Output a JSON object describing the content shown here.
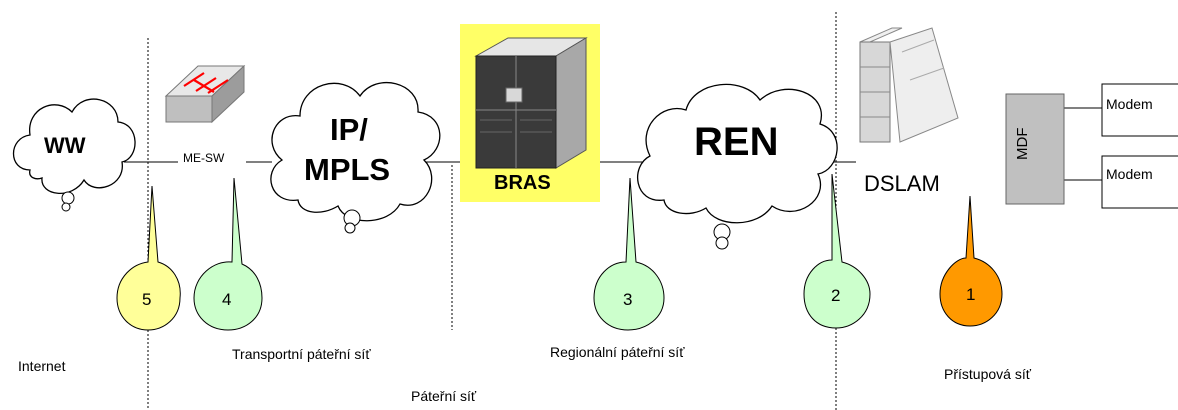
{
  "clouds": {
    "internet": "WW",
    "core": [
      "IP/",
      "MPLS"
    ],
    "regional": "REN"
  },
  "devices": {
    "switch": "ME-SW",
    "bras": "BRAS",
    "dslam": "DSLAM",
    "mdf": "MDF",
    "modems": [
      "Modem",
      "Modem"
    ]
  },
  "markers": [
    {
      "num": "5",
      "color": "#ffff99"
    },
    {
      "num": "4",
      "color": "#ccffcc"
    },
    {
      "num": "3",
      "color": "#ccffcc"
    },
    {
      "num": "2",
      "color": "#ccffcc"
    },
    {
      "num": "1",
      "color": "#ff9900"
    }
  ],
  "segments": {
    "internet": "Internet",
    "transport": "Transportní páteřní síť",
    "backbone": "Páteřní síť",
    "regional": "Regionální páteřní síť",
    "access": "Přístupová síť"
  },
  "colors": {
    "bras_highlight": "#ffff66",
    "mdf_fill": "#c0c0c0",
    "switch_arrows": "#ff0000"
  }
}
